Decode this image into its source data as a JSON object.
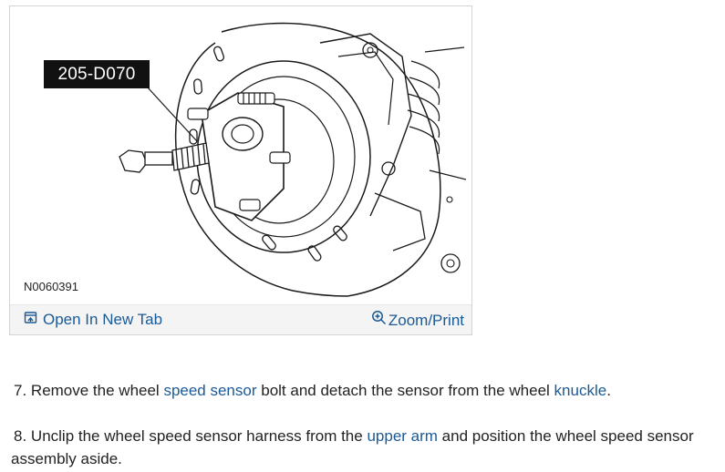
{
  "figure": {
    "callout": "205-D070",
    "figure_id": "N0060391",
    "open_new_tab_label": "Open In New Tab",
    "zoom_print_label": "Zoom/Print"
  },
  "steps": [
    {
      "number": "7.",
      "before": " Remove the wheel ",
      "link1": "speed sensor",
      "middle": " bolt and detach the sensor from the wheel ",
      "link2": "knuckle",
      "after": "."
    },
    {
      "number": "8.",
      "before": " Unclip the wheel speed sensor harness from the ",
      "link1": "upper arm",
      "after": " and position the wheel speed sensor assembly aside."
    }
  ],
  "colors": {
    "link": "#1a5a96",
    "callout_bg": "#111111",
    "toolbar_bg": "#f4f4f4"
  }
}
